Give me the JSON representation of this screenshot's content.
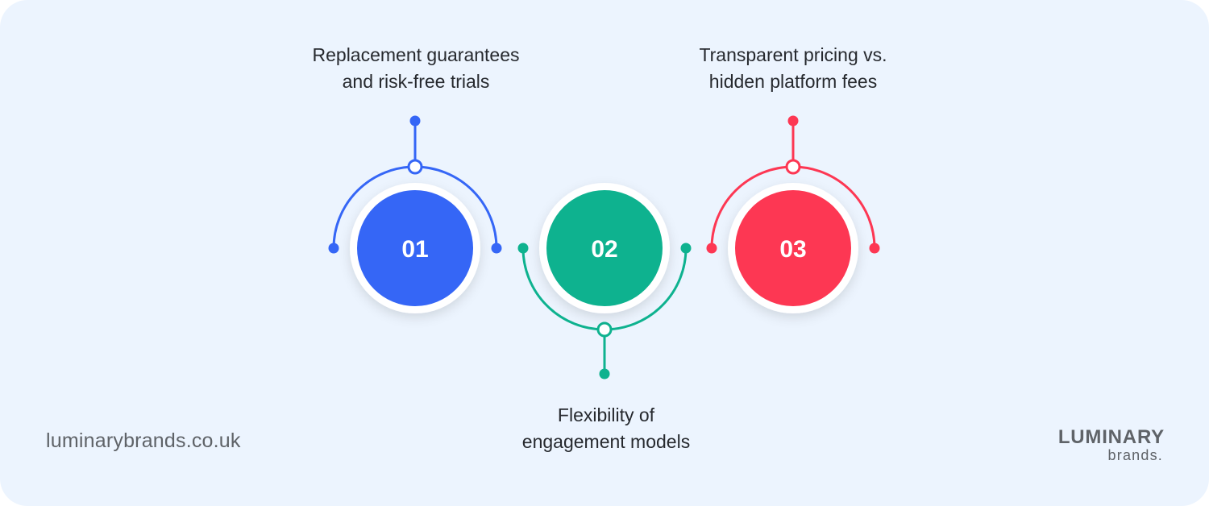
{
  "steps": [
    {
      "number": "01",
      "color": "#3566f6",
      "connector": "top",
      "label_lines": [
        "Replacement guarantees",
        "and risk-free trials"
      ]
    },
    {
      "number": "02",
      "color": "#0eb28f",
      "connector": "bottom",
      "label_lines": [
        "Flexibility of",
        "engagement models"
      ]
    },
    {
      "number": "03",
      "color": "#fd3753",
      "connector": "top",
      "label_lines": [
        "Transparent pricing vs.",
        "hidden platform fees"
      ]
    }
  ],
  "footer": {
    "url": "luminarybrands.co.uk"
  },
  "logo": {
    "brand": "LUMINARY",
    "sub": "brands."
  },
  "colors": {
    "background": "#ecf4fe",
    "text": "#26292e",
    "muted": "#5f6368"
  }
}
